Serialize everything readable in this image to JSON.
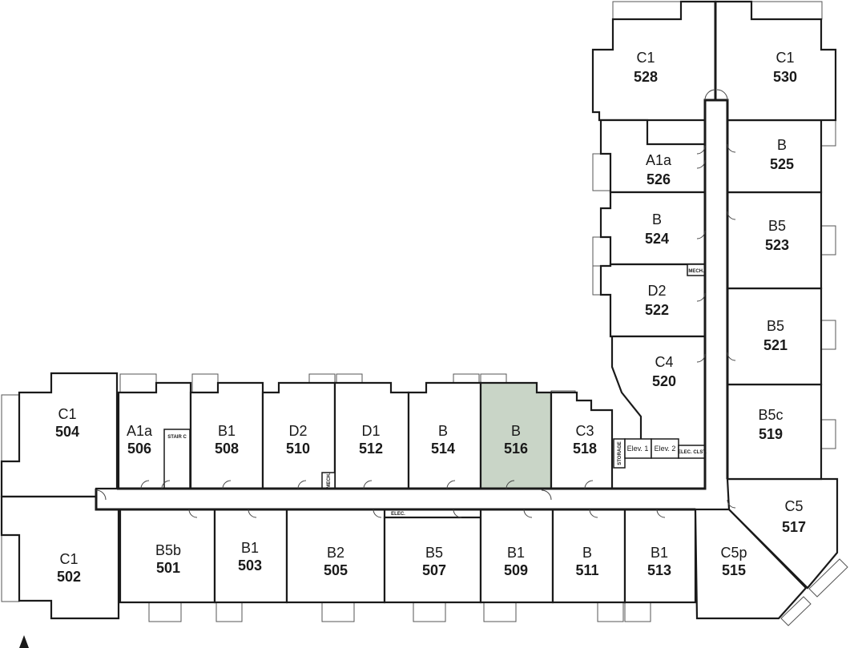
{
  "floor_plan": {
    "highlight_color": "#c9d5c7",
    "highlighted_unit": "516",
    "units": [
      {
        "number": "504",
        "type": "C1"
      },
      {
        "number": "506",
        "type": "A1a"
      },
      {
        "number": "508",
        "type": "B1"
      },
      {
        "number": "510",
        "type": "D2"
      },
      {
        "number": "512",
        "type": "D1"
      },
      {
        "number": "514",
        "type": "B"
      },
      {
        "number": "516",
        "type": "B"
      },
      {
        "number": "518",
        "type": "C3"
      },
      {
        "number": "502",
        "type": "C1"
      },
      {
        "number": "501",
        "type": "B5b"
      },
      {
        "number": "503",
        "type": "B1"
      },
      {
        "number": "505",
        "type": "B2"
      },
      {
        "number": "507",
        "type": "B5"
      },
      {
        "number": "509",
        "type": "B1"
      },
      {
        "number": "511",
        "type": "B"
      },
      {
        "number": "513",
        "type": "B1"
      },
      {
        "number": "515",
        "type": "C5p"
      },
      {
        "number": "517",
        "type": "C5"
      },
      {
        "number": "519",
        "type": "B5c"
      },
      {
        "number": "520",
        "type": "C4"
      },
      {
        "number": "521",
        "type": "B5"
      },
      {
        "number": "522",
        "type": "D2"
      },
      {
        "number": "523",
        "type": "B5"
      },
      {
        "number": "524",
        "type": "B"
      },
      {
        "number": "525",
        "type": "B"
      },
      {
        "number": "526",
        "type": "A1a"
      },
      {
        "number": "528",
        "type": "C1"
      },
      {
        "number": "530",
        "type": "C1"
      }
    ],
    "service_labels": {
      "stair_c": "STAIR C",
      "mech_1": "MECH.",
      "mech_2": "MECH.",
      "elec_1": "ELEC.",
      "storage": "STORAGE",
      "elev_1": "Elev. 1",
      "elev_2": "Elev. 2",
      "elec_clst": "ELEC. CLST."
    }
  }
}
